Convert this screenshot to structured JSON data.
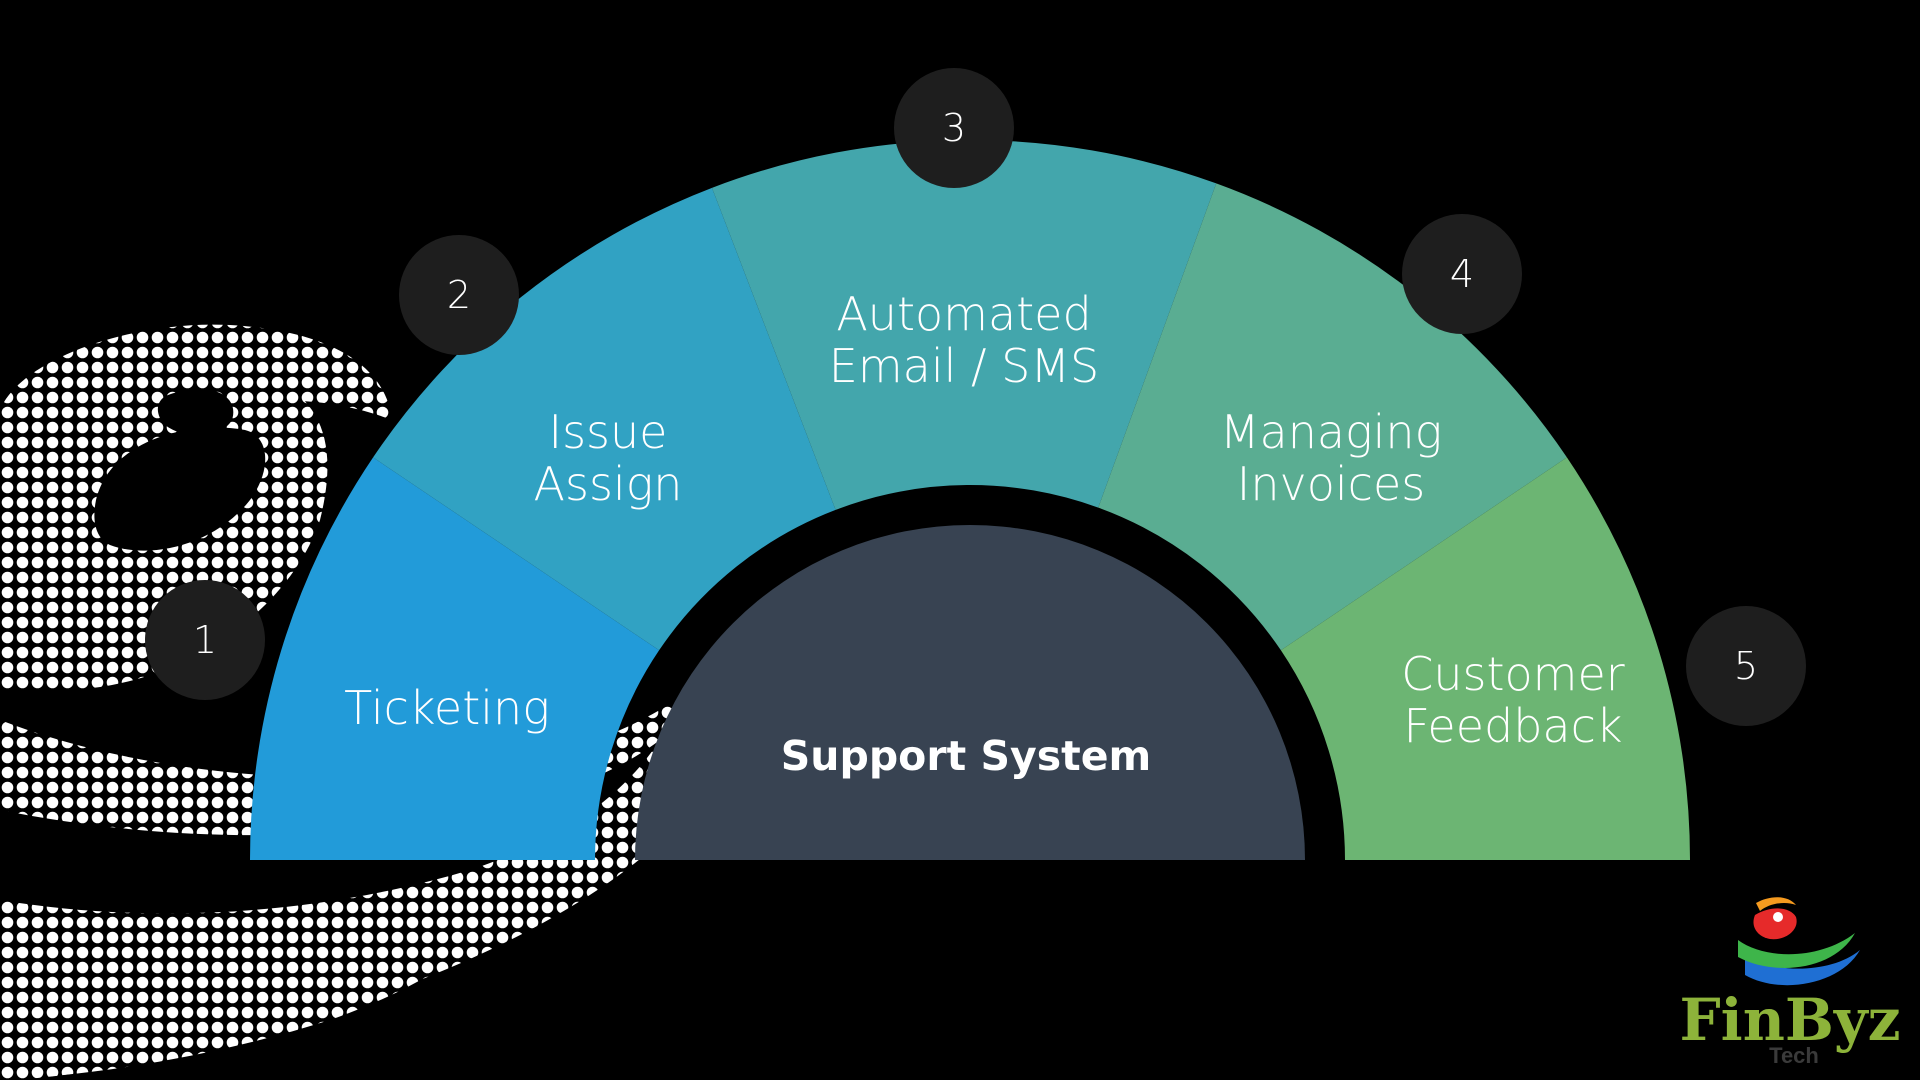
{
  "center_label": "Support System",
  "segments": [
    {
      "number": "1",
      "lines": [
        "Ticketing"
      ],
      "color": "#229bd9"
    },
    {
      "number": "2",
      "lines": [
        "Issue",
        "Assign"
      ],
      "color": "#31a2c3"
    },
    {
      "number": "3",
      "lines": [
        "Automated",
        "Email / SMS"
      ],
      "color": "#43a6ac"
    },
    {
      "number": "4",
      "lines": [
        "Managing",
        "Invoices"
      ],
      "color": "#5aad92"
    },
    {
      "number": "5",
      "lines": [
        "Customer",
        "Feedback"
      ],
      "color": "#6cb573"
    }
  ],
  "colors": {
    "background": "#000000",
    "center": "#384352",
    "number_badge": "#1e1e1e",
    "dots": "#ffffff"
  },
  "logo": {
    "name": "FinByz",
    "tagline": "Tech",
    "icon": "finbyz-swirl-logo-icon",
    "text_color": "#8db33a"
  },
  "decoration": "dotted-swirl-pattern"
}
